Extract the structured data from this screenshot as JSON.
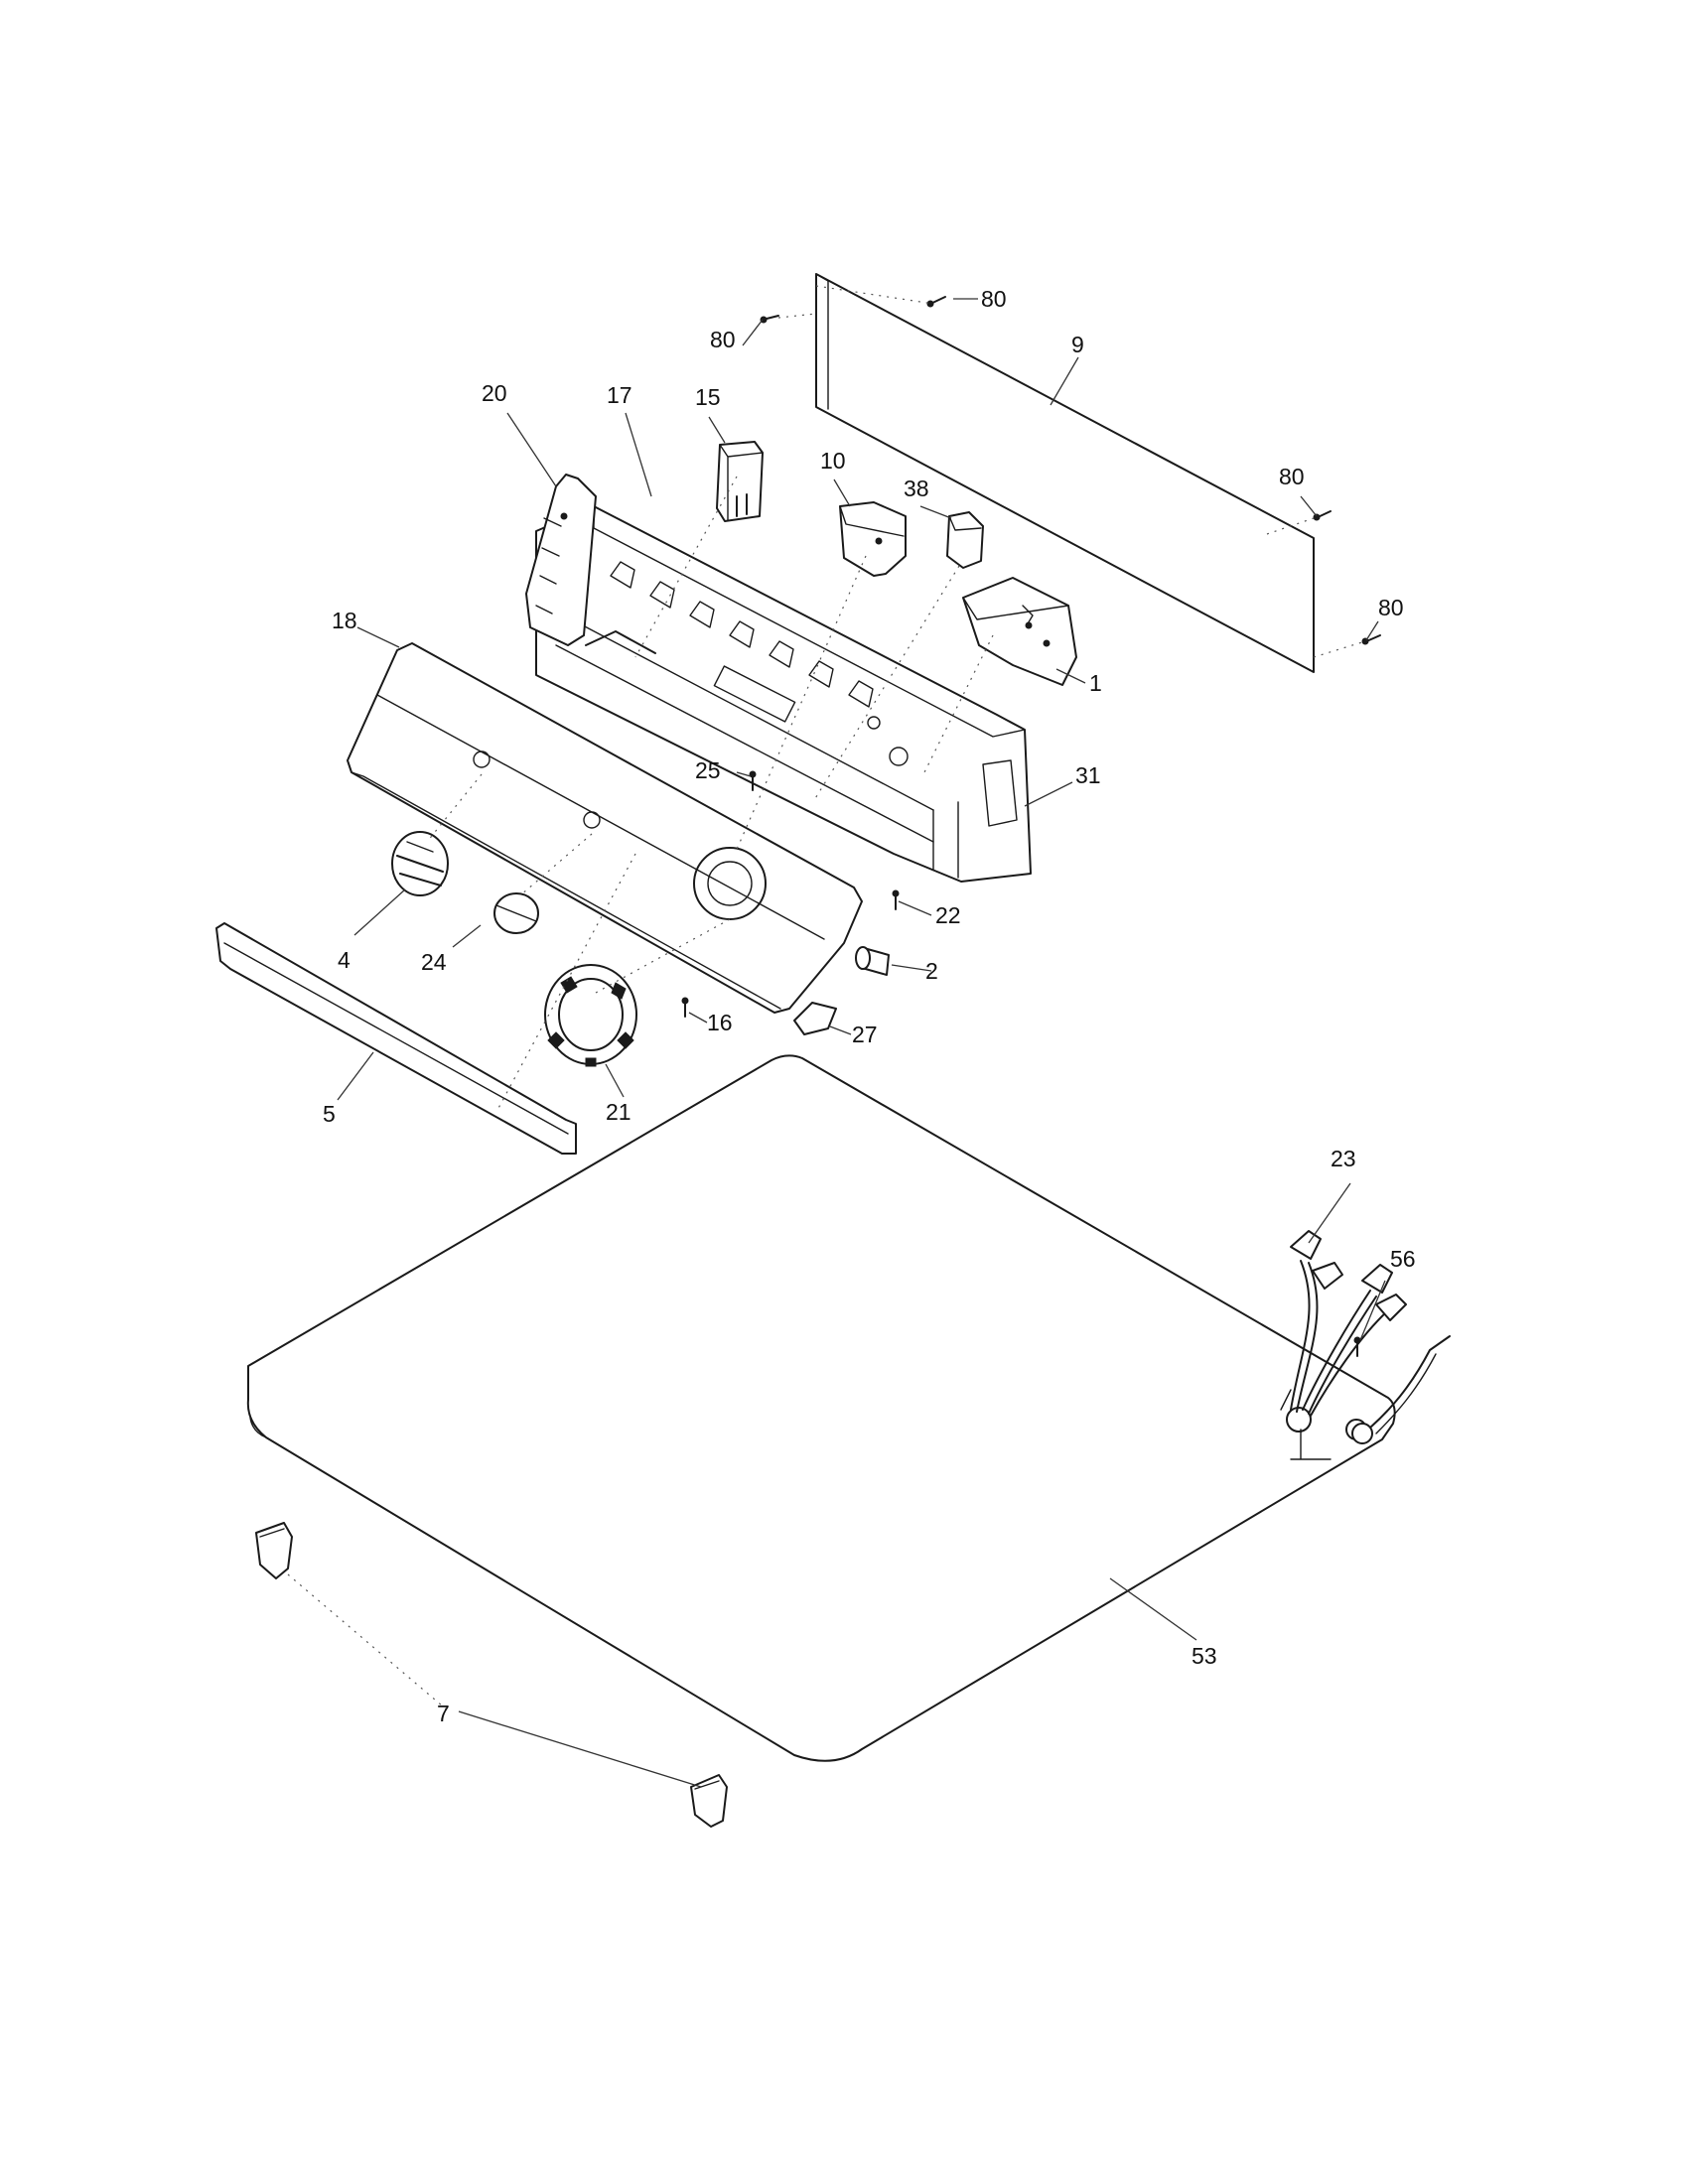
{
  "parts": [
    {
      "id": "p80a",
      "label": "80"
    },
    {
      "id": "p80b",
      "label": "80"
    },
    {
      "id": "p9",
      "label": "9"
    },
    {
      "id": "p20",
      "label": "20"
    },
    {
      "id": "p17",
      "label": "17"
    },
    {
      "id": "p15",
      "label": "15"
    },
    {
      "id": "p10",
      "label": "10"
    },
    {
      "id": "p38",
      "label": "38"
    },
    {
      "id": "p80c",
      "label": "80"
    },
    {
      "id": "p80d",
      "label": "80"
    },
    {
      "id": "p1",
      "label": "1"
    },
    {
      "id": "p18",
      "label": "18"
    },
    {
      "id": "p25",
      "label": "25"
    },
    {
      "id": "p31",
      "label": "31"
    },
    {
      "id": "p22",
      "label": "22"
    },
    {
      "id": "p4",
      "label": "4"
    },
    {
      "id": "p24",
      "label": "24"
    },
    {
      "id": "p2",
      "label": "2"
    },
    {
      "id": "p16",
      "label": "16"
    },
    {
      "id": "p27",
      "label": "27"
    },
    {
      "id": "p5",
      "label": "5"
    },
    {
      "id": "p21",
      "label": "21"
    },
    {
      "id": "p23",
      "label": "23"
    },
    {
      "id": "p56",
      "label": "56"
    },
    {
      "id": "p53",
      "label": "53"
    },
    {
      "id": "p7",
      "label": "7"
    }
  ]
}
